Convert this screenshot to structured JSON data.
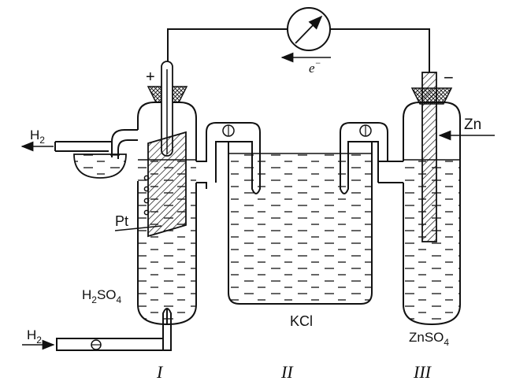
{
  "labels": {
    "h2_out": "H",
    "h2_out_sub": "2",
    "h2_in": "H",
    "h2_in_sub": "2",
    "pt": "Pt",
    "h2so4_a": "H",
    "h2so4_sub": "2",
    "h2so4_b": "SO",
    "h2so4_sub2": "4",
    "kcl": "KCl",
    "zn": "Zn",
    "znso4": "ZnSO",
    "znso4_sub": "4",
    "plus": "+",
    "minus": "−",
    "electron": "e",
    "electron_sup": "−",
    "vessel_1": "I",
    "vessel_2": "II",
    "vessel_3": "III"
  },
  "colors": {
    "ink": "#111111",
    "background": "#ffffff"
  }
}
